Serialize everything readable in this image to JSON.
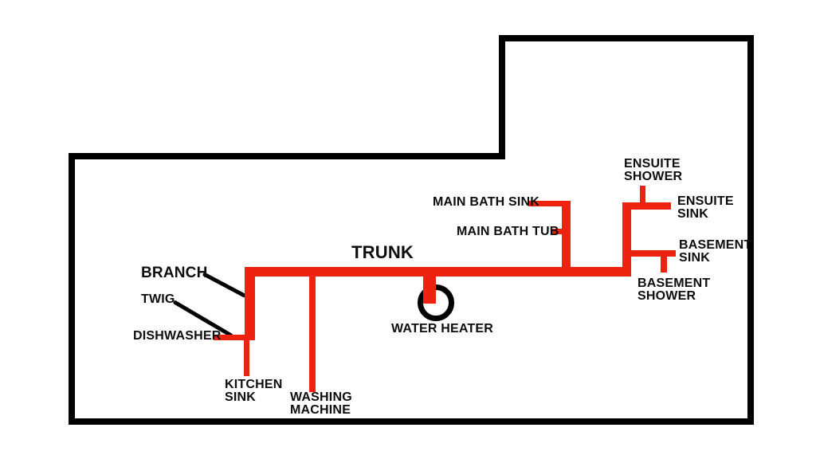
{
  "diagram": {
    "kind": "trunk-and-branch-plumbing-diagram",
    "colors": {
      "pipe_red": "#ed2310",
      "outline_black": "#000000",
      "background": "#ffffff"
    },
    "labels": {
      "trunk": "TRUNK",
      "branch": "BRANCH",
      "twig": "TWIG",
      "dishwasher": "DISHWASHER",
      "kitchen_sink": "KITCHEN\nSINK",
      "washing_machine": "WASHING\nMACHINE",
      "water_heater": "WATER HEATER",
      "main_bath_sink": "MAIN BATH SINK",
      "main_bath_tub": "MAIN BATH TUB",
      "ensuite_shower": "ENSUITE\nSHOWER",
      "ensuite_sink": "ENSUITE\nSINK",
      "basement_sink": "BASEMENT\nSINK",
      "basement_shower": "BASEMENT\nSHOWER"
    }
  }
}
